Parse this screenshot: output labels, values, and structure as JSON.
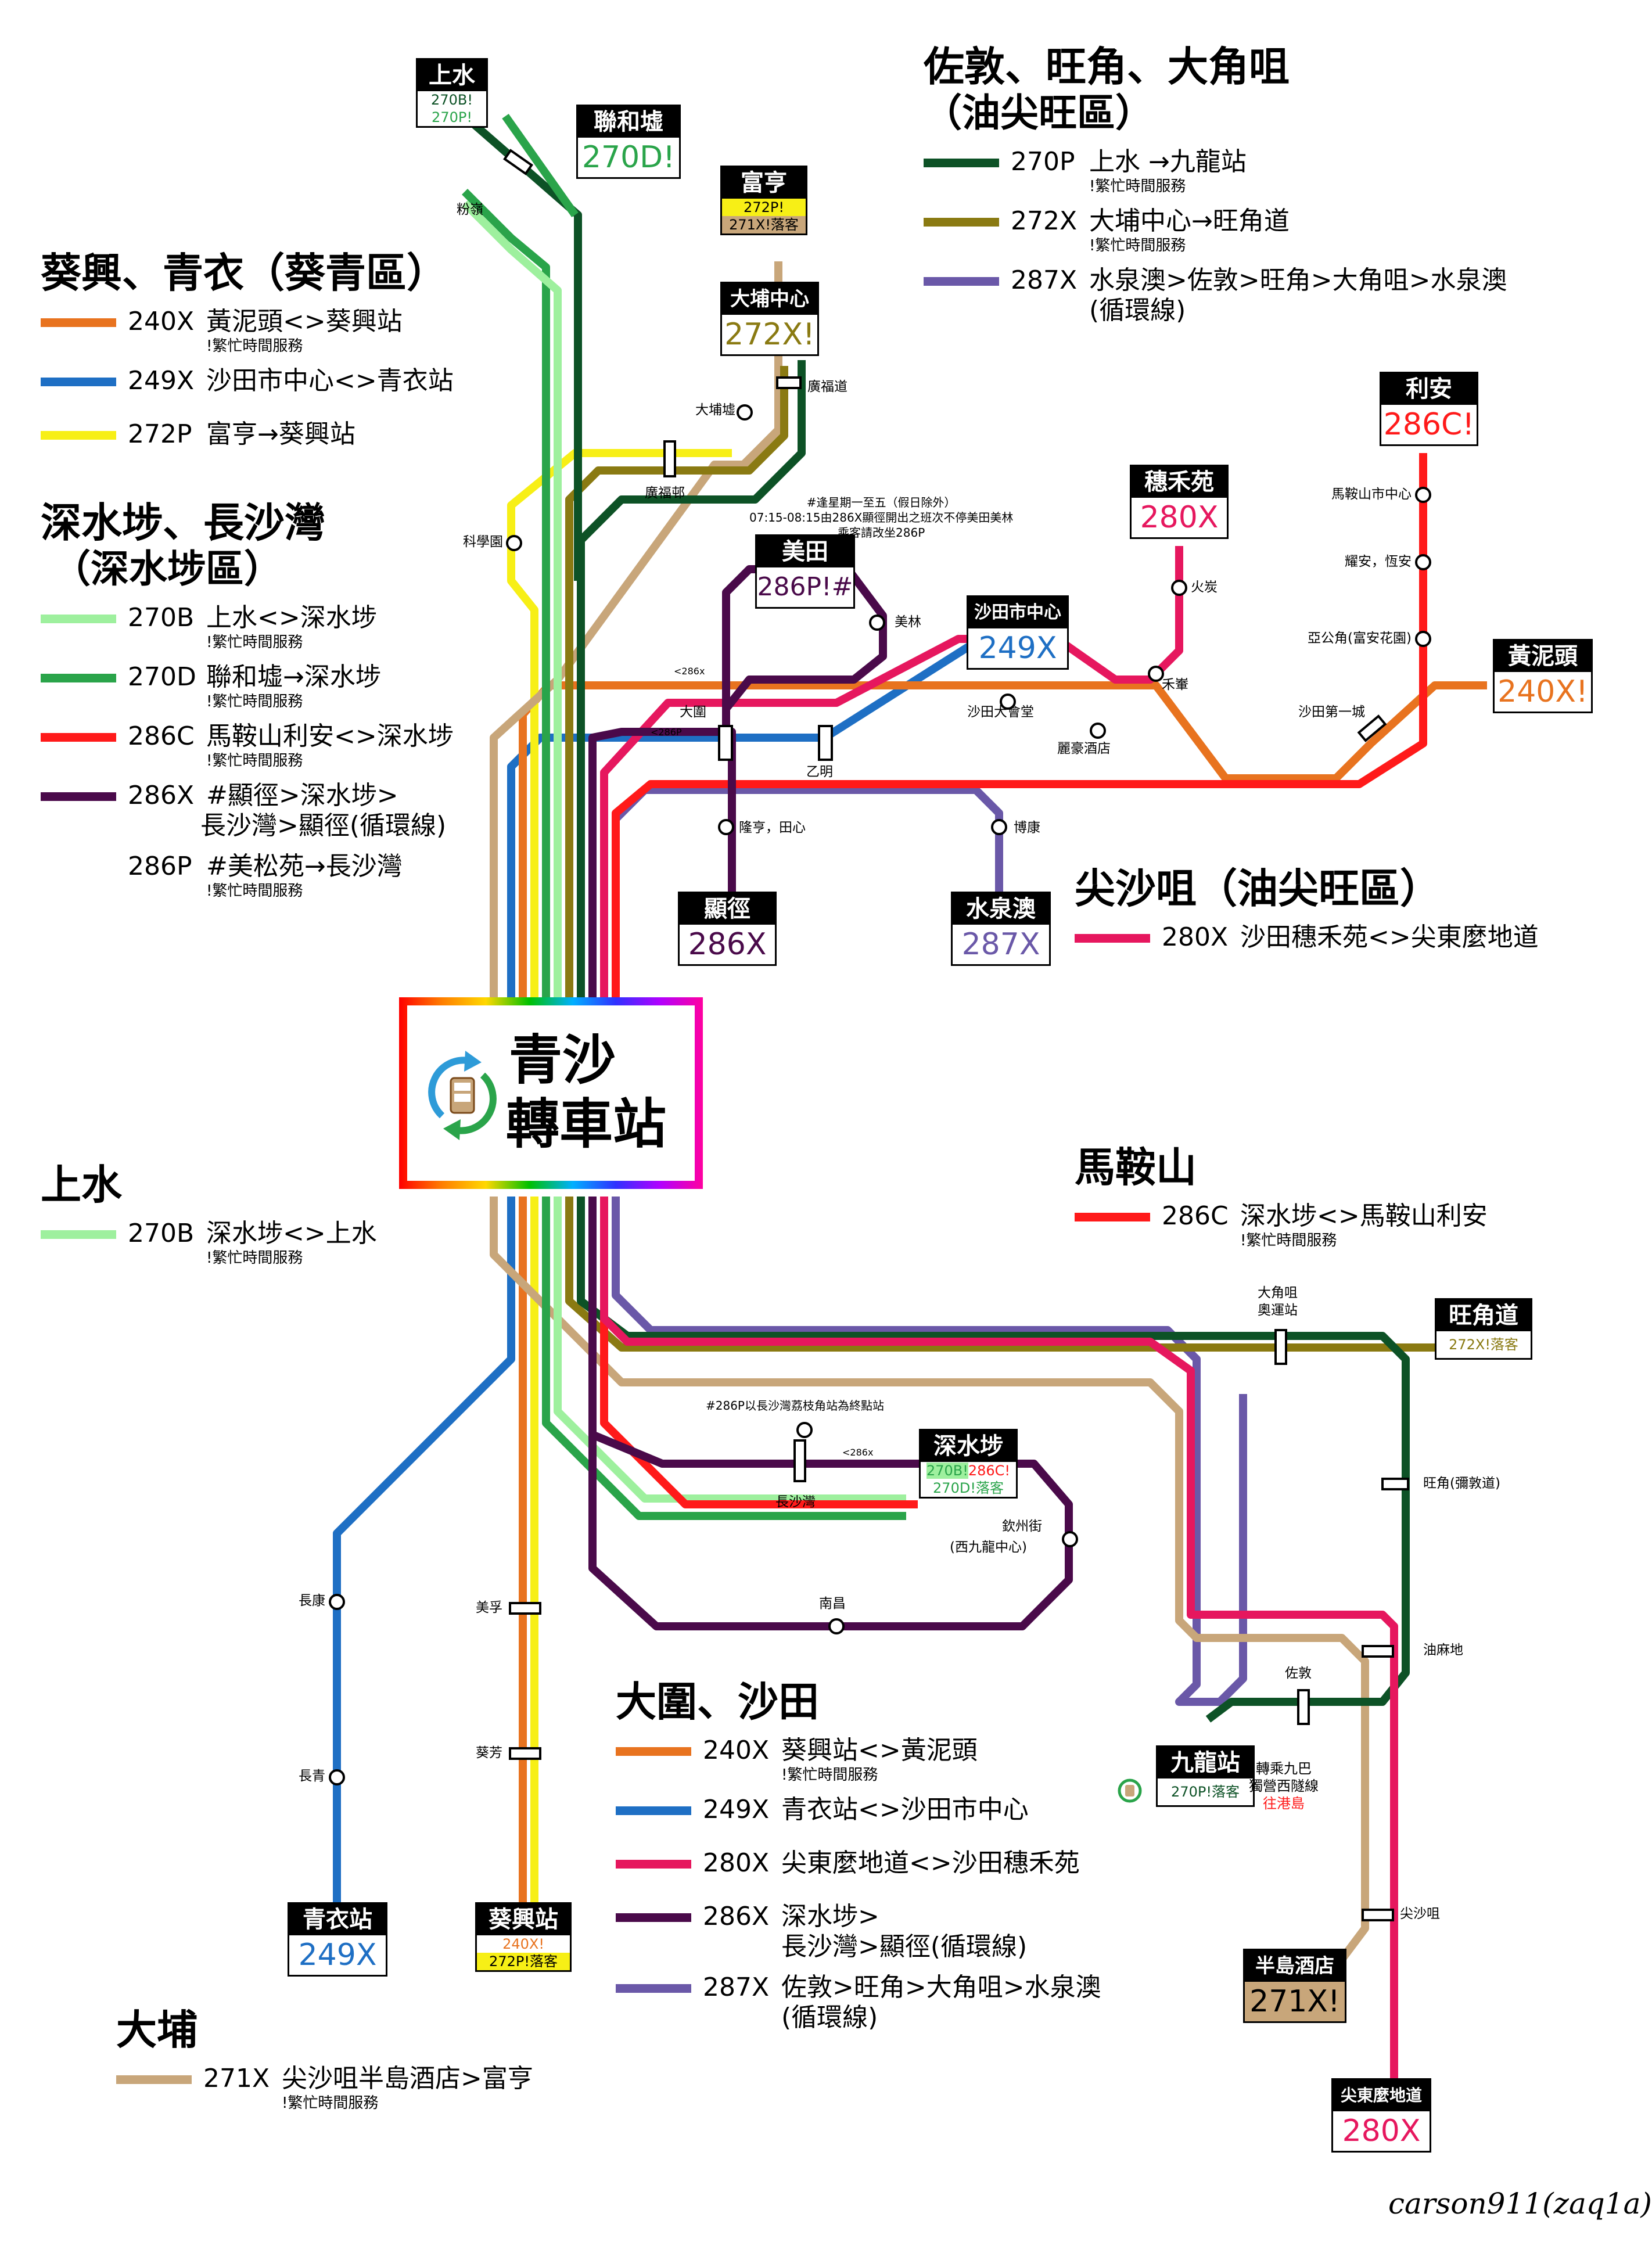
{
  "colors": {
    "r240X": "#e8731f",
    "r249X": "#1e6fc4",
    "r270B": "#9ef09e",
    "r270D": "#2aa44a",
    "r270P": "#0d5226",
    "r271X": "#c8a67a",
    "r272P": "#f7ef16",
    "r272X": "#8a7a12",
    "r280X": "#e6175e",
    "r286C": "#ff1a1a",
    "r286X": "#4a0a4a",
    "r287X": "#6a58a8"
  },
  "hub": {
    "title_line1": "青沙",
    "title_line2": "轉車站",
    "icon": "bus-interchange-icon"
  },
  "legends": {
    "kwaiching": {
      "title": "葵興、青衣（葵青區）",
      "rows": [
        {
          "color": "r240X",
          "code": "240X",
          "desc": "黃泥頭<>葵興站",
          "note": "!繁忙時間服務"
        },
        {
          "color": "r249X",
          "code": "249X",
          "desc": "沙田市中心<>青衣站",
          "note": ""
        },
        {
          "color": "r272P",
          "code": "272P",
          "desc": "富亨→葵興站",
          "note": ""
        }
      ]
    },
    "ssp": {
      "title": "深水埗、長沙灣",
      "subtitle": "（深水埗區）",
      "rows": [
        {
          "color": "r270B",
          "code": "270B",
          "desc": "上水<>深水埗",
          "note": "!繁忙時間服務"
        },
        {
          "color": "r270D",
          "code": "270D",
          "desc": "聯和墟→深水埗",
          "note": "!繁忙時間服務"
        },
        {
          "color": "r286C",
          "code": "286C",
          "desc": "馬鞍山利安<>深水埗",
          "note": "!繁忙時間服務"
        },
        {
          "color": "r286X",
          "code": "286X",
          "desc": "#顯徑>深水埗>",
          "desc2": "長沙灣>顯徑(循環線)",
          "note": ""
        },
        {
          "color": "",
          "code": "286P",
          "desc": "#美松苑→長沙灣",
          "note": "!繁忙時間服務"
        }
      ]
    },
    "sheungshui": {
      "title": "上水",
      "rows": [
        {
          "color": "r270B",
          "code": "270B",
          "desc": "深水埗<>上水",
          "note": "!繁忙時間服務"
        }
      ]
    },
    "taipo": {
      "title": "大埔",
      "rows": [
        {
          "color": "r271X",
          "code": "271X",
          "desc": "尖沙咀半島酒店>富亨",
          "note": "!繁忙時間服務"
        }
      ]
    },
    "ytm": {
      "title": "佐敦、旺角、大角咀",
      "subtitle": "（油尖旺區）",
      "rows": [
        {
          "color": "r270P",
          "code": "270P",
          "desc": "上水 →九龍站",
          "note": "!繁忙時間服務"
        },
        {
          "color": "r272X",
          "code": "272X",
          "desc": "大埔中心→旺角道",
          "note": "!繁忙時間服務"
        },
        {
          "color": "r287X",
          "code": "287X",
          "desc": "水泉澳>佐敦>旺角>大角咀>水泉澳",
          "desc2": "(循環線)",
          "note": ""
        }
      ]
    },
    "tst": {
      "title": "尖沙咀（油尖旺區）",
      "rows": [
        {
          "color": "r280X",
          "code": "280X",
          "desc": "沙田穗禾苑<>尖東麼地道",
          "note": ""
        }
      ]
    },
    "mos": {
      "title": "馬鞍山",
      "rows": [
        {
          "color": "r286C",
          "code": "286C",
          "desc": "深水埗<>馬鞍山利安",
          "note": "!繁忙時間服務"
        }
      ]
    },
    "taiwai": {
      "title": "大圍、沙田",
      "rows": [
        {
          "color": "r240X",
          "code": "240X",
          "desc": "葵興站<>黃泥頭",
          "note": "!繁忙時間服務"
        },
        {
          "color": "r249X",
          "code": "249X",
          "desc": "青衣站<>沙田市中心",
          "note": ""
        },
        {
          "color": "r280X",
          "code": "280X",
          "desc": "尖東麼地道<>沙田穗禾苑",
          "note": ""
        },
        {
          "color": "r286X",
          "code": "286X",
          "desc": "深水埗>",
          "desc2": "長沙灣>顯徑(循環線)",
          "note": ""
        },
        {
          "color": "r287X",
          "code": "287X",
          "desc": "佐敦>旺角>大角咀>水泉澳",
          "desc2": "(循環線)",
          "note": ""
        }
      ]
    }
  },
  "terminals": {
    "sheungshui": {
      "name": "上水",
      "routes": [
        "270B!",
        "270P!"
      ]
    },
    "luenwohui": {
      "name": "聯和墟",
      "route": "270D!"
    },
    "fuhang": {
      "name": "富亨",
      "routes": [
        "272P!",
        "271X!落客"
      ]
    },
    "taipocentre": {
      "name": "大埔中心",
      "route": "272X!"
    },
    "meitin": {
      "name": "美田",
      "route": "286P!#"
    },
    "shatincentre": {
      "name": "沙田市中心",
      "route": "249X"
    },
    "suiwo": {
      "name": "穗禾苑",
      "route": "280X"
    },
    "leeon": {
      "name": "利安",
      "route": "286C!"
    },
    "wongnaitau": {
      "name": "黃泥頭",
      "route": "240X!"
    },
    "hinkeng": {
      "name": "顯徑",
      "route": "286X"
    },
    "shuichuen": {
      "name": "水泉澳",
      "route": "287X"
    },
    "mongkokrd": {
      "name": "旺角道",
      "route": "272X!落客"
    },
    "ssp": {
      "name": "深水埗",
      "routes": [
        "270B!",
        "286C!",
        "270D!落客"
      ]
    },
    "kowloon": {
      "name": "九龍站",
      "route": "270P!落客"
    },
    "peninsula": {
      "name": "半島酒店",
      "route": "271X!"
    },
    "mody": {
      "name": "尖東麼地道",
      "route": "280X"
    },
    "tsingyi": {
      "name": "青衣站",
      "route": "249X"
    },
    "kwaihing": {
      "name": "葵興站",
      "routes": [
        "240X!",
        "272P!落客"
      ]
    }
  },
  "stops": {
    "fanling": "粉嶺",
    "taipohui": "大埔墟",
    "kwongfuk": "廣福道",
    "kwongfukestate": "廣福邨",
    "sciencepark": "科學園",
    "meilam": "美林",
    "fotan": "火炭",
    "wokui": "禾輋",
    "taiwai": "大圍",
    "shatintownhall": "沙田大會堂",
    "regalhotel": "麗豪酒店",
    "yuetming": "乙明",
    "lunghang": "隆亨，田心",
    "pokhong": "博康",
    "mosharcentre": "馬鞍山市中心",
    "yiuon": "耀安，恆安",
    "yakung": "亞公角(富安花園)",
    "shatin1st": "沙田第一城",
    "taikoktsui": "大角咀",
    "olympic": "奧運站",
    "mongkok": "旺角(彌敦道)",
    "yaumatei": "油麻地",
    "jordan": "佐敦",
    "tst": "尖沙咀",
    "cheungshawan": "長沙灣",
    "yenchowst": "欽州街",
    "wkcentre": "(西九龍中心)",
    "namcheong": "南昌",
    "cheunghong": "長康",
    "cheungching": "長青",
    "meifoo": "美孚",
    "kwaifong": "葵芳"
  },
  "notes": {
    "n286x_line1": "#逢星期一至五（假日除外）",
    "n286x_line2": "07:15-08:15由286X顯徑開出之班次不停美田美林",
    "n286x_line3": "乘客請改坐286P",
    "n286p": "#286P以長沙灣荔枝角站為終點站",
    "kmb_line1": "轉乘九巴",
    "kmb_line2": "獨營西隧線",
    "kmb_line3": "往港島"
  },
  "track_markers": {
    "m286x": "<286x",
    "m286p": "<286P",
    "m286x_b": "<286x"
  },
  "signature": "carson911(zaq1a)"
}
